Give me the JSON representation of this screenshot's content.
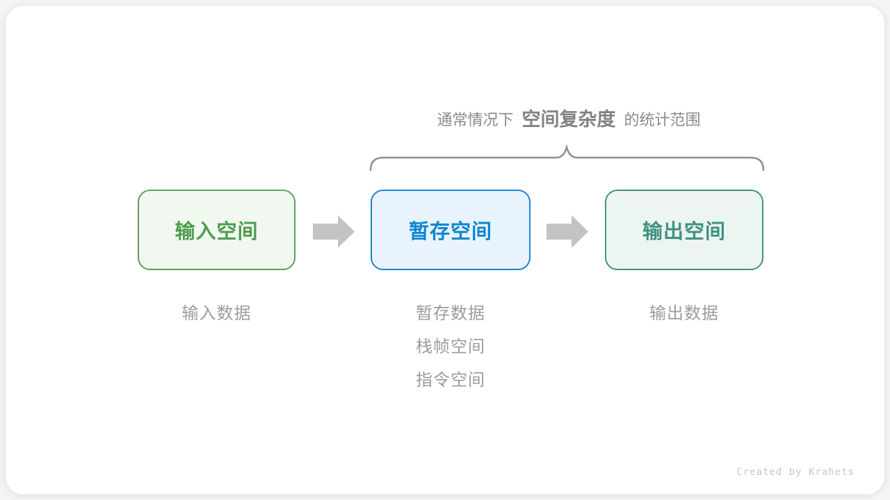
{
  "heading": {
    "prefix": "通常情况下",
    "highlight": "空间复杂度",
    "suffix": "的统计范围"
  },
  "boxes": [
    {
      "label": "输入空间",
      "text_color": "#4e9b50",
      "border_color": "#5aa05a",
      "bg_color": "#f1f8ef"
    },
    {
      "label": "暂存空间",
      "text_color": "#0d86d1",
      "border_color": "#1c83cb",
      "bg_color": "#e9f3fc"
    },
    {
      "label": "输出空间",
      "text_color": "#3f9181",
      "border_color": "#40917f",
      "bg_color": "#edf5f1"
    }
  ],
  "sublabels": {
    "input": [
      "输入数据"
    ],
    "temp": [
      "暂存数据",
      "栈帧空间",
      "指令空间"
    ],
    "output": [
      "输出数据"
    ],
    "color": "#9b9b9b"
  },
  "brace": {
    "color": "#8f8f8f"
  },
  "arrow": {
    "color": "#c3c3c3"
  },
  "credit": {
    "text": "Created by Krahets",
    "color": "#c6c6c6"
  },
  "page": {
    "card_bg": "#ffffff",
    "outer_bg": "#f3f4f4"
  }
}
